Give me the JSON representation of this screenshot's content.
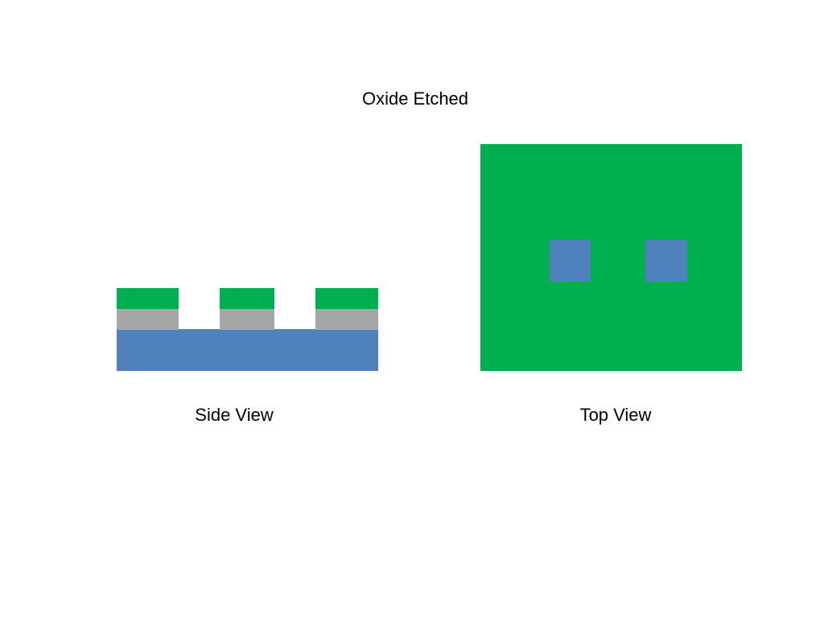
{
  "title": "Oxide Etched",
  "side_view": {
    "caption": "Side View",
    "substrate_color": "#4f81bd",
    "oxide_color": "#a6a6a6",
    "resist_color": "#00b050",
    "stack_count": 3
  },
  "top_view": {
    "caption": "Top View",
    "resist_color": "#00b050",
    "window_color": "#4f81bd",
    "window_count": 2
  }
}
